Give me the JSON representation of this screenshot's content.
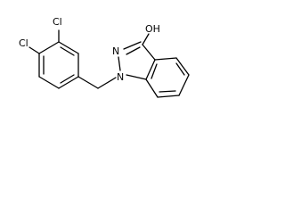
{
  "molecule": {
    "atoms": {
      "cl_upper": "Cl",
      "cl_left": "Cl",
      "n_indazole_1": "N",
      "n_indazole_2": "N",
      "hydroxyl": "OH"
    }
  },
  "colors": {
    "bond": "#000000",
    "label": "#000000",
    "background": "#ffffff"
  }
}
